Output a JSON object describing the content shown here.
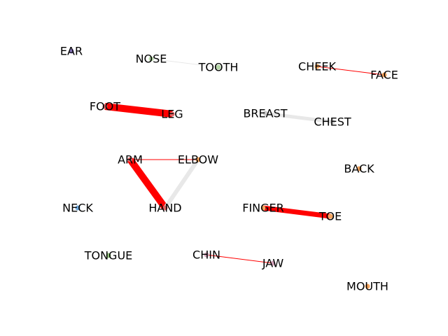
{
  "colors": {
    "strong_edge": "#ff0000",
    "weak_edge": "#e8e8e8",
    "background": "#ffffff"
  },
  "nodes": [
    {
      "id": "ear",
      "label": "EAR",
      "color": "#8e7cc3"
    },
    {
      "id": "nose",
      "label": "NOSE",
      "color": "#b6d7a8"
    },
    {
      "id": "tooth",
      "label": "TOOTH",
      "color": "#b6d7a8"
    },
    {
      "id": "cheek",
      "label": "CHEEK",
      "color": "#f6a55e"
    },
    {
      "id": "face",
      "label": "FACE",
      "color": "#f6a55e"
    },
    {
      "id": "foot",
      "label": "FOOT",
      "color": "#e06666"
    },
    {
      "id": "leg",
      "label": "LEG",
      "color": "#e06666"
    },
    {
      "id": "breast",
      "label": "BREAST",
      "color": "#cccccc"
    },
    {
      "id": "chest",
      "label": "CHEST",
      "color": "#cccccc"
    },
    {
      "id": "arm",
      "label": "ARM",
      "color": "#e06666"
    },
    {
      "id": "elbow",
      "label": "ELBOW",
      "color": "#f6a55e"
    },
    {
      "id": "back",
      "label": "BACK",
      "color": "#f6a55e"
    },
    {
      "id": "neck",
      "label": "NECK",
      "color": "#6fa8dc"
    },
    {
      "id": "hand",
      "label": "HAND",
      "color": "#e06666"
    },
    {
      "id": "finger",
      "label": "FINGER",
      "color": "#f6a55e"
    },
    {
      "id": "toe",
      "label": "TOE",
      "color": "#f6a55e"
    },
    {
      "id": "tongue",
      "label": "TONGUE",
      "color": "#93c47d"
    },
    {
      "id": "chin",
      "label": "CHIN",
      "color": "#d5a6bd"
    },
    {
      "id": "jaw",
      "label": "JAW",
      "color": "#d5a6bd"
    },
    {
      "id": "mouth",
      "label": "MOUTH",
      "color": "#f6a55e"
    }
  ],
  "edges": [
    {
      "source": "nose",
      "target": "tooth",
      "kind": "weak",
      "weight": 1
    },
    {
      "source": "cheek",
      "target": "face",
      "kind": "strong",
      "weight": 1
    },
    {
      "source": "foot",
      "target": "leg",
      "kind": "strong",
      "weight": 10
    },
    {
      "source": "breast",
      "target": "chest",
      "kind": "weak",
      "weight": 5
    },
    {
      "source": "arm",
      "target": "elbow",
      "kind": "strong",
      "weight": 1
    },
    {
      "source": "arm",
      "target": "hand",
      "kind": "strong",
      "weight": 10
    },
    {
      "source": "elbow",
      "target": "hand",
      "kind": "weak",
      "weight": 6
    },
    {
      "source": "finger",
      "target": "toe",
      "kind": "strong",
      "weight": 7
    },
    {
      "source": "chin",
      "target": "jaw",
      "kind": "strong",
      "weight": 1
    }
  ]
}
